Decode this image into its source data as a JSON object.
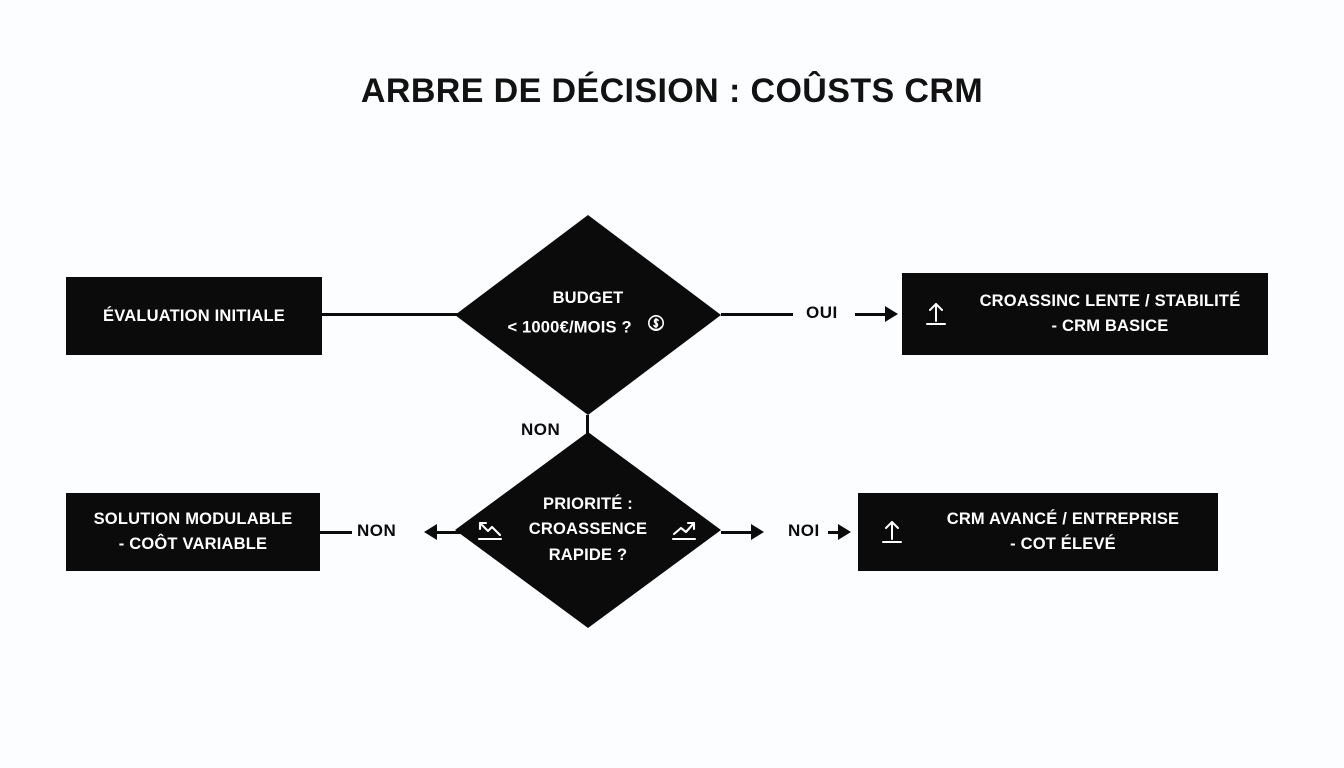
{
  "title": "ARBRE DE DÉCISION : COÛSTS CRM",
  "colors": {
    "background": "#fcfdfe",
    "node_fill": "#0b0b0b",
    "node_text": "#ffffff",
    "line": "#0b0b0b",
    "title_text": "#121212"
  },
  "nodes": {
    "start": {
      "label": "ÉVALUATION INITIALE",
      "shape": "rect"
    },
    "decision_budget": {
      "line1": "BUDGET",
      "line2": "< 1000€/MOIS ?",
      "icon": "coin-dollar-icon",
      "shape": "diamond"
    },
    "outcome_basic": {
      "line1": "CROASSINC LENTE / STABILITÉ",
      "line2": "- CRM BASICE",
      "icon": "arrow-up-baseline-icon",
      "shape": "rect"
    },
    "decision_priority": {
      "line1": "PRIORITÉ :",
      "line2": "CROASSENCE",
      "line3": "RAPIDE ?",
      "icon_left": "trend-down-icon",
      "icon_right": "trend-up-icon",
      "shape": "diamond"
    },
    "outcome_modular": {
      "line1": "SOLUTION MODULABLE",
      "line2": "- COÔT VARIABLE",
      "shape": "rect"
    },
    "outcome_advanced": {
      "line1": "CRM AVANCÉ / ENTREPRISE",
      "line2": "- COT ÉLEVÉ",
      "icon": "arrow-up-baseline-icon",
      "shape": "rect"
    }
  },
  "edges": {
    "budget_yes": "OUI",
    "budget_no": "NON",
    "priority_no": "NON",
    "priority_yes": "NOI"
  }
}
